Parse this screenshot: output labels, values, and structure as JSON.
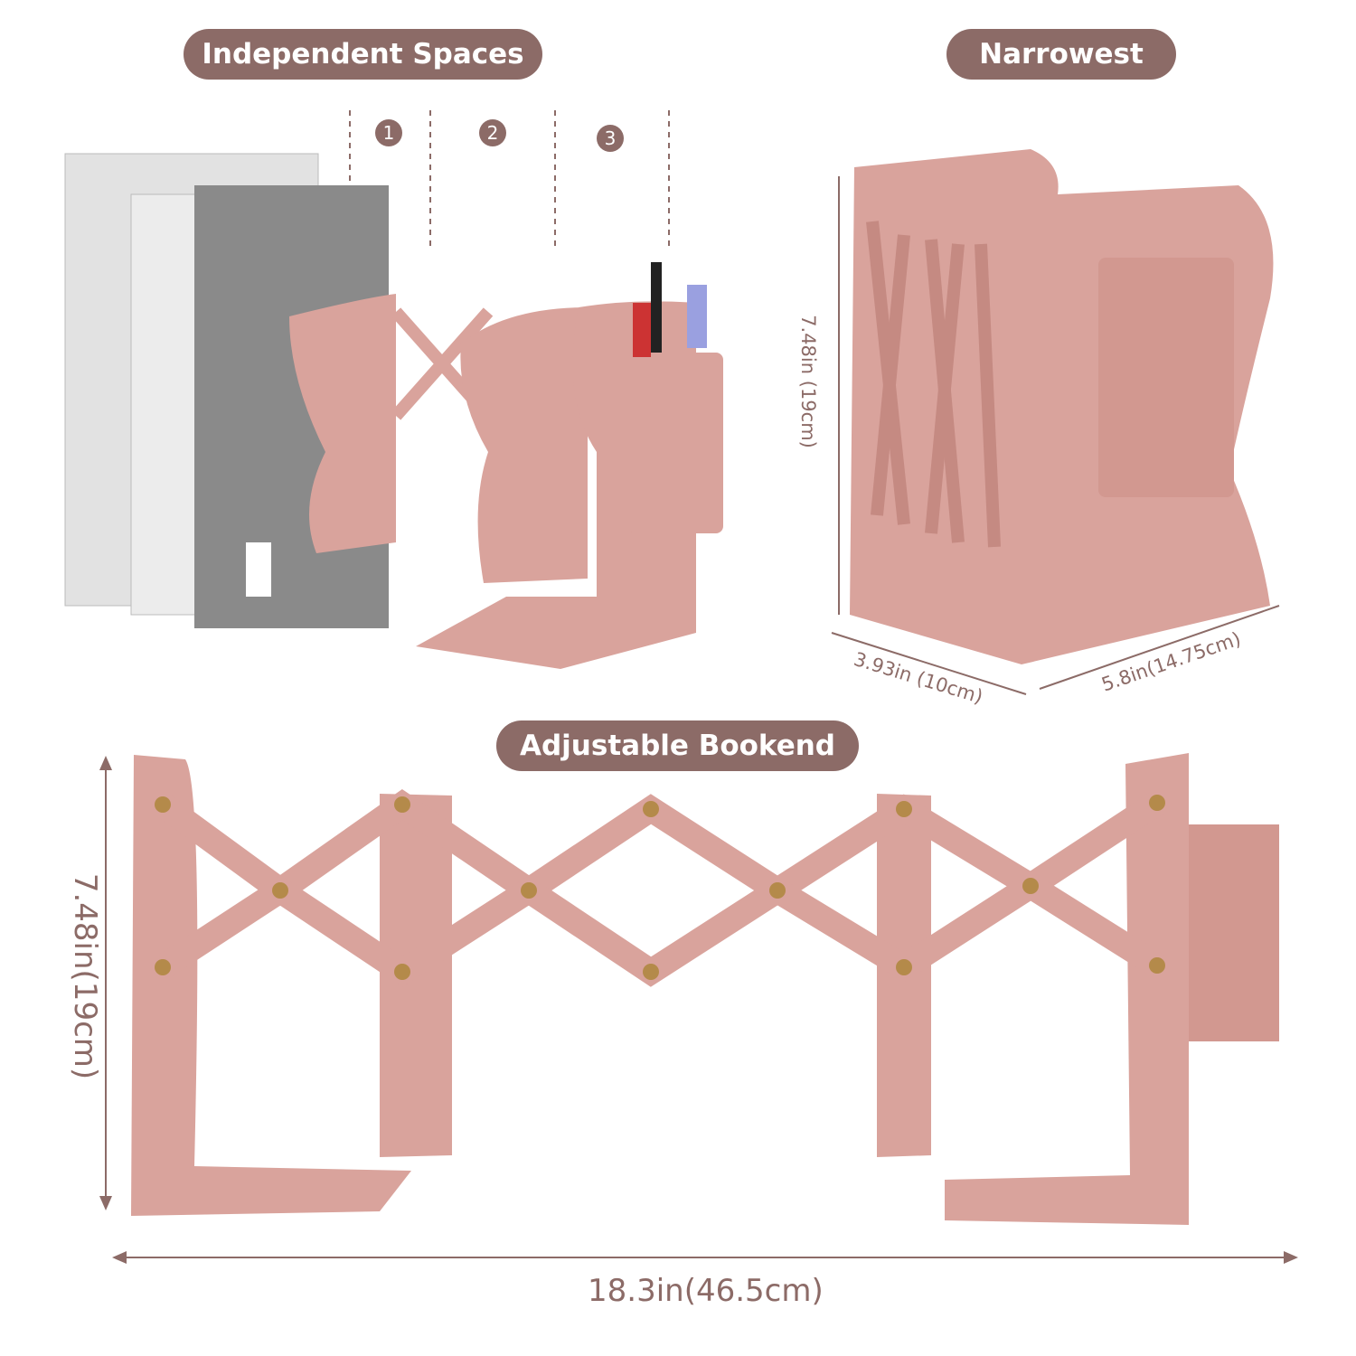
{
  "labels": {
    "independent_spaces": "Independent Spaces",
    "narrowest": "Narrowest",
    "adjustable_bookend": "Adjustable Bookend"
  },
  "space_numbers": [
    "1",
    "2",
    "3"
  ],
  "dimensions": {
    "narrow_height": "7.48in (19cm)",
    "narrow_depth": "3.93in (10cm)",
    "narrow_width": "5.8in(14.75cm)",
    "extended_height": "7.48in(19cm)",
    "extended_width": "18.3in(46.5cm)"
  },
  "colors": {
    "pill": "#8c6b67",
    "product_pink": "#d9a39c",
    "book_gray": "#8e8e8e"
  }
}
